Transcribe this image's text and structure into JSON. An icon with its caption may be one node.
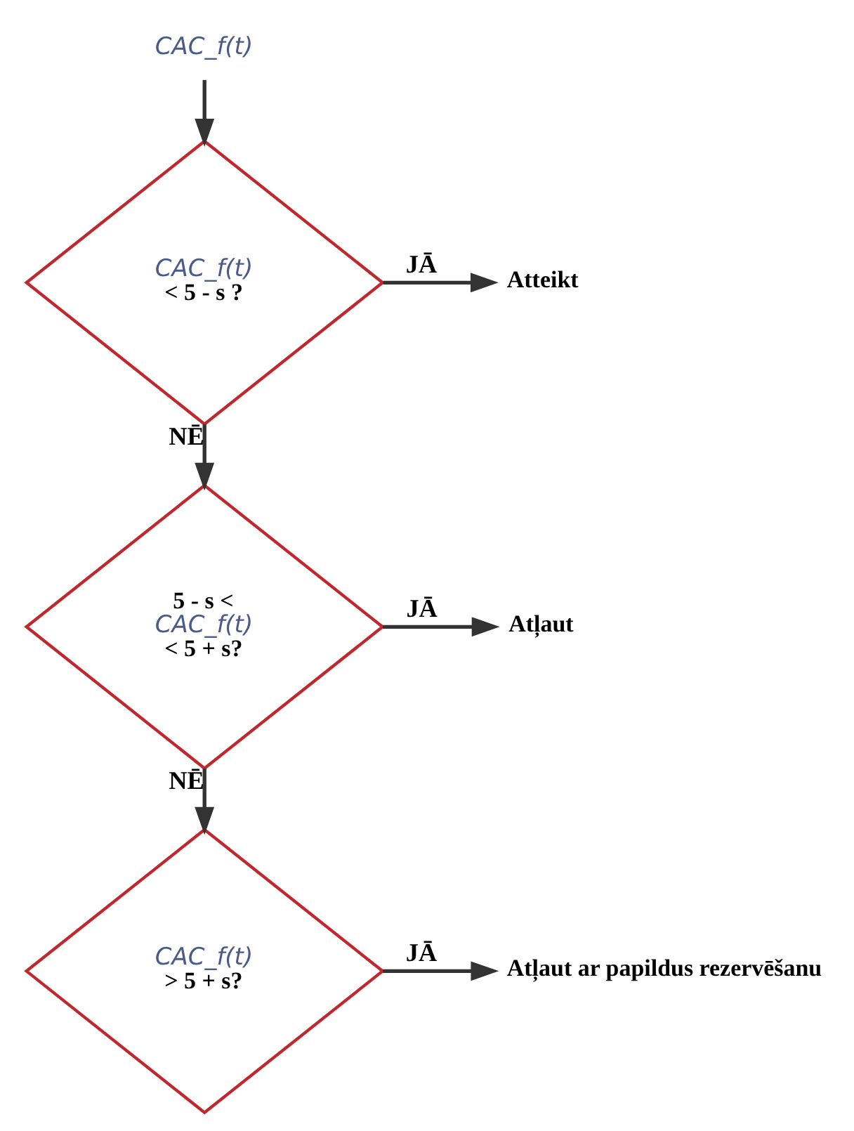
{
  "diagram": {
    "nodes": [
      {
        "text": [
          "CAC_f(t)"
        ]
      },
      {
        "text": [
          "CAC_f(t)",
          "< 5 - s ?"
        ]
      },
      {
        "text": [
          "Atteikt"
        ]
      },
      {
        "text": [
          "5 - s <",
          "CAC_f(t)",
          "< 5 + s?"
        ]
      },
      {
        "text": [
          "Atļaut"
        ]
      },
      {
        "text": [
          "CAC_f(t)",
          "> 5 + s?"
        ]
      },
      {
        "text": [
          "Atļaut ar papildus rezervēšanu"
        ]
      }
    ],
    "edges": [
      {
        "from": 0,
        "to": 1,
        "arrow": "to"
      },
      {
        "from": 1,
        "to": 2,
        "arrow": "to",
        "label": "JĀ"
      },
      {
        "from": 1,
        "to": 3,
        "arrow": "to",
        "label": "NĒ"
      },
      {
        "from": 3,
        "to": 4,
        "arrow": "to",
        "label": "JĀ"
      },
      {
        "from": 3,
        "to": 5,
        "arrow": "to",
        "label": "NĒ"
      },
      {
        "from": 5,
        "to": 6,
        "arrow": "to",
        "label": "JĀ"
      }
    ]
  }
}
